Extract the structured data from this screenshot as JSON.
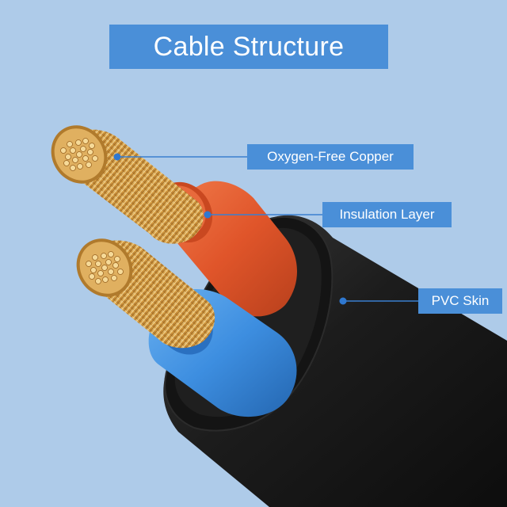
{
  "title": "Cable Structure",
  "labels": {
    "copper": "Oxygen-Free Copper",
    "insulation": "Insulation Layer",
    "pvc": "PVC Skin"
  },
  "colors": {
    "background": "#aecbe9",
    "label_fill": "#4a8fd8",
    "label_text": "#ffffff",
    "sheath": "#1a1a1a",
    "red_insulation": "#e05a2e",
    "blue_insulation": "#3d8ee0",
    "copper": "#d4a24a"
  }
}
